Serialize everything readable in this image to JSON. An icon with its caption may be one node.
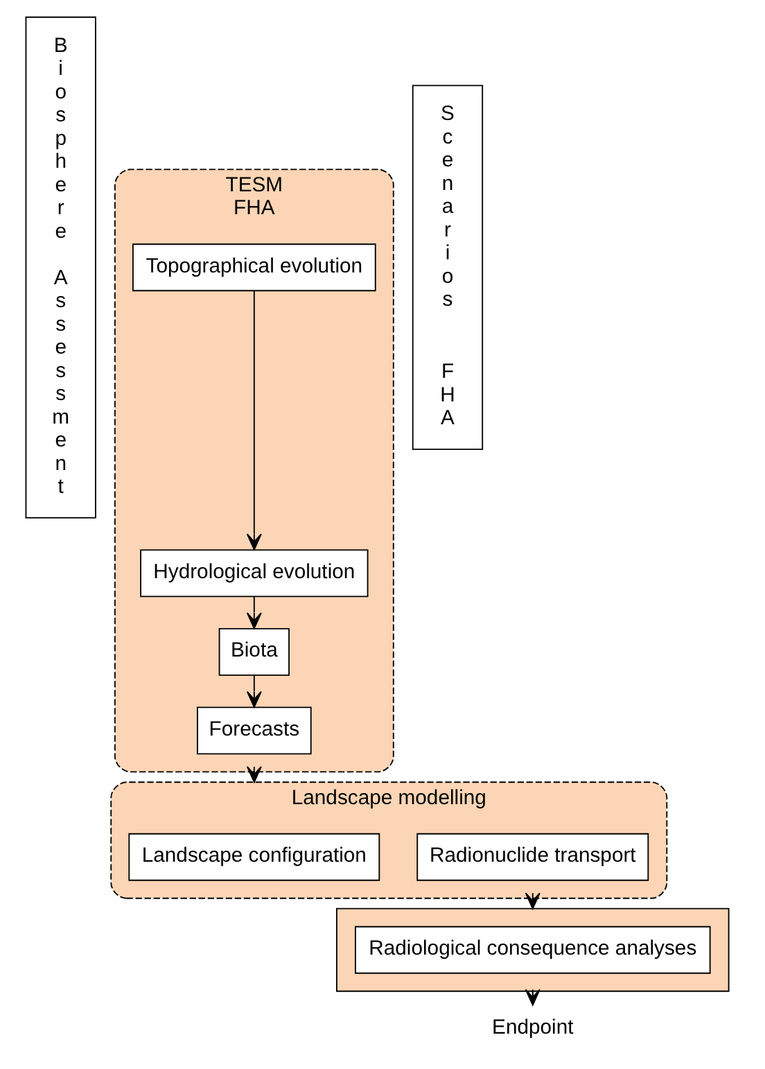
{
  "diagram": {
    "nodes": [
      {
        "text": [
          "Biosphere Assessment"
        ]
      },
      {
        "text": [
          "TESM",
          "FHA"
        ]
      },
      {
        "text": [
          "Topographical evolution"
        ],
        "in": 1
      },
      {
        "text": [
          "Hydrological evolution"
        ],
        "in": 1
      },
      {
        "text": [
          "Biota"
        ],
        "in": 1
      },
      {
        "text": [
          "Forecasts"
        ],
        "in": 1
      },
      {
        "text": [
          "Landscape modelling"
        ]
      },
      {
        "text": [
          "Landscape configuration"
        ],
        "in": 6
      },
      {
        "text": [
          "Radionuclide transport"
        ],
        "in": 6
      },
      {
        "text": [],
        "shape": "box"
      },
      {
        "text": [
          "Radiological consequence analyses"
        ],
        "in": 9
      },
      {
        "text": [
          "Endpoint"
        ]
      },
      {
        "text": [
          "Scenarios",
          "FHA"
        ]
      }
    ],
    "edges": [
      {
        "from": 2,
        "to": 3,
        "arrow": "to"
      },
      {
        "from": 3,
        "to": 4,
        "arrow": "to"
      },
      {
        "from": 4,
        "to": 5,
        "arrow": "to"
      },
      {
        "from": 1,
        "to": 6,
        "arrow": "to"
      },
      {
        "from": 6,
        "to": 9,
        "arrow": "to"
      },
      {
        "from": 9,
        "to": 11,
        "arrow": "to"
      }
    ]
  }
}
